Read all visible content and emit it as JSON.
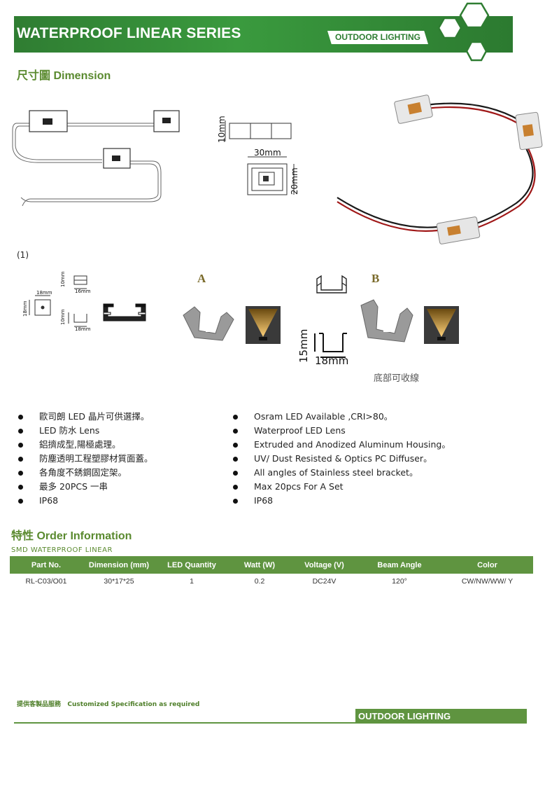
{
  "header": {
    "title": "WATERPROOF LINEAR SERIES",
    "tag": "OUTDOOR LIGHTING"
  },
  "dimension": {
    "title": "尺寸圖 Dimension",
    "label_10mm": "10mm",
    "label_30mm": "30mm",
    "label_20mm": "20mm"
  },
  "brackets": {
    "index": "(1)",
    "small_18mm_a": "18mm",
    "small_18mm_b": "18mm",
    "small_10mm_a": "10mm",
    "small_16mm": "16mm",
    "small_10mm_b": "10mm",
    "small_18mm_c": "18mm",
    "label_a": "A",
    "label_b": "B",
    "label_15mm": "15mm",
    "label_18mm": "18mm",
    "cable_note": "底部可收線"
  },
  "features_zh": [
    "歐司朗 LED 晶片可供選擇。",
    "LED 防水 Lens",
    "鋁擠成型,陽極處理。",
    "防塵透明工程塑膠材質面蓋。",
    "各角度不銹鋼固定架。",
    "最多 20PCS 一串",
    "IP68"
  ],
  "features_en": [
    "Osram LED Available ,CRI>80。",
    "Waterproof LED Lens",
    "Extruded and Anodized Aluminum Housing。",
    "UV/ Dust Resisted & Optics PC Diffuser。",
    "All angles of Stainless steel bracket。",
    "Max 20pcs For A Set",
    "IP68"
  ],
  "order": {
    "title": "特性 Order Information",
    "subtitle": "SMD WATERPROOF LINEAR",
    "headers": [
      "Part No.",
      "Dimension (mm)",
      "LED Quantity",
      "Watt (W)",
      "Voltage (V)",
      "Beam Angle",
      "Color"
    ],
    "rows": [
      [
        "RL-C03/O01",
        "30*17*25",
        "1",
        "0.2",
        "DC24V",
        "120°",
        "CW/NW/WW/ Y"
      ]
    ]
  },
  "footer": {
    "custom_note": "提供客製品服務   Customized Specification as required",
    "band": "OUTDOOR LIGHTING"
  },
  "colors": {
    "brand_green": "#2f7d32",
    "accent_green": "#5f9440",
    "title_green": "#5a8a2f"
  }
}
